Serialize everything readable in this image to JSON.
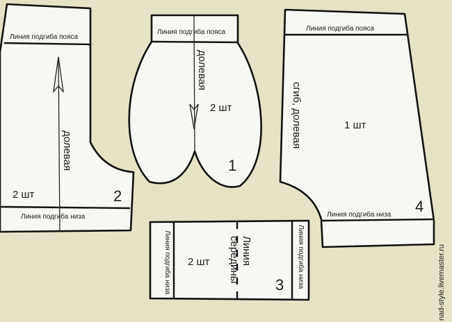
{
  "image": {
    "background_color": "#e6e2c6",
    "paper_color": "#f7f7f4",
    "ink_color": "#111111"
  },
  "pieces": {
    "p2": {
      "top_label": "Линия подгиба пояса",
      "grain_label": "долевая",
      "count": "2 шт",
      "number": "2",
      "bottom_label": "Линия подгиба низа"
    },
    "p1": {
      "top_label": "Линия подгиба пояса",
      "grain_label": "долевая",
      "count": "2 шт",
      "number": "1"
    },
    "p4": {
      "top_label": "Линия подгиба пояса",
      "side_label": "сгиб, долевая",
      "count": "1 шт",
      "number": "4",
      "bottom_label": "Линия подгиба низа"
    },
    "p3": {
      "left_label": "Линия подгиба низа",
      "count": "2 шт",
      "middle_label_1": "Линия",
      "middle_label_2": "середины",
      "number": "3",
      "right_label": "Линия подгиба низа"
    }
  },
  "watermark": "nad-style.livemaster.ru"
}
